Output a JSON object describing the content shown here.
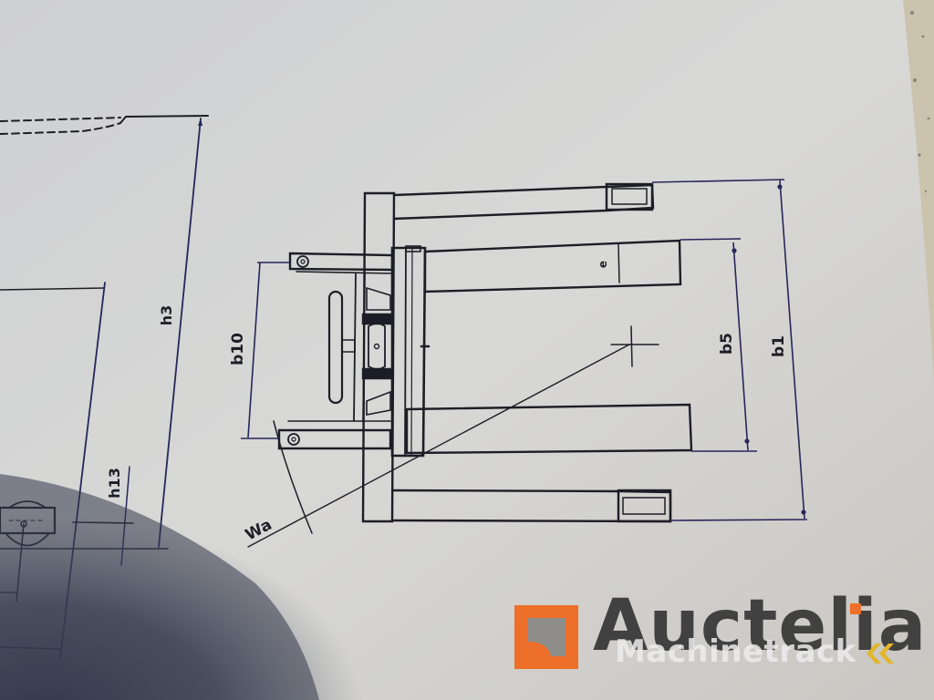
{
  "document": {
    "type": "technical-drawing-photo",
    "subject": "pallet stacker top view"
  },
  "dimension_labels": {
    "h3": "h3",
    "h13": "h13",
    "b10": "b10",
    "b5": "b5",
    "b1": "b1",
    "e": "e",
    "wa": "Wa"
  },
  "watermark": {
    "brand": "Auctelia",
    "sub_brand": "Machinetrack",
    "brand_color": "#ee6f2a",
    "chevron_color": "#e3b52a"
  },
  "colors": {
    "paper": "#d9d9d7",
    "line": "#1d1d27",
    "dimension_line": "#262659",
    "shadow": "#3a3f52",
    "background_surface": "#cfc6b0"
  }
}
